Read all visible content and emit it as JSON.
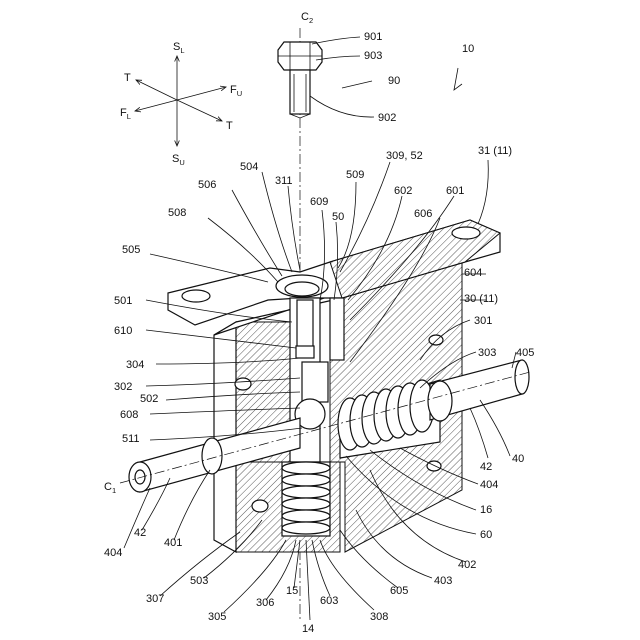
{
  "axes": {
    "s_l": "S",
    "s_l_sub": "L",
    "s_u": "S",
    "s_u_sub": "U",
    "f_u": "F",
    "f_u_sub": "U",
    "f_l": "F",
    "f_l_sub": "L",
    "t_top": "T",
    "t_bottom": "T"
  },
  "centerlines": {
    "c2": "C",
    "c2_sub": "2",
    "c1": "C",
    "c1_sub": "1"
  },
  "labels": {
    "l901": "901",
    "l903": "903",
    "l902": "902",
    "l90": "90",
    "l10": "10",
    "l504": "504",
    "l311": "311",
    "l506": "506",
    "l508": "508",
    "l505": "505",
    "l609": "609",
    "l50": "50",
    "l509": "509",
    "l309_52": "309, 52",
    "l602": "602",
    "l601": "601",
    "l606": "606",
    "l31_11": "31 (11)",
    "l604": "604",
    "l30_11": "30 (11)",
    "l301": "301",
    "l303": "303",
    "l405": "405",
    "l501": "501",
    "l610": "610",
    "l304": "304",
    "l302": "302",
    "l502": "502",
    "l608": "608",
    "l511": "511",
    "l42a": "42",
    "l40": "40",
    "l404a": "404",
    "l16": "16",
    "l60": "60",
    "l42b": "42",
    "l401": "401",
    "l404b": "404",
    "l402": "402",
    "l307": "307",
    "l503": "503",
    "l403": "403",
    "l605": "605",
    "l305": "305",
    "l306": "306",
    "l15": "15",
    "l603": "603",
    "l308": "308",
    "l14": "14"
  }
}
